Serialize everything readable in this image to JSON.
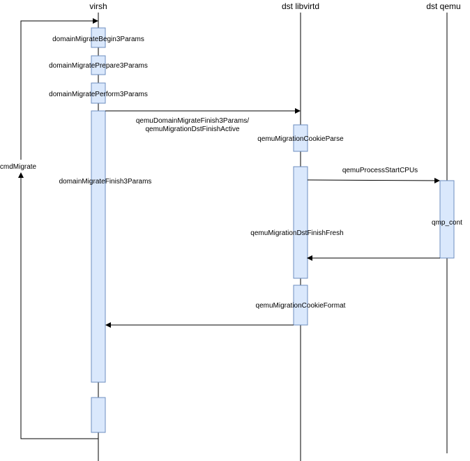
{
  "participants": {
    "virsh": "virsh",
    "dst_libvirtd": "dst libvirtd",
    "dst_qemu": "dst qemu"
  },
  "activations": {
    "begin": "domainMigrateBegin3Params",
    "prepare": "domainMigratePrepare3Params",
    "perform": "domainMigratePerform3Params",
    "finish": "domainMigrateFinish3Params",
    "cookie_parse": "qemuMigrationCookieParse",
    "dst_finish_fresh": "qemuMigrationDstFinishFresh",
    "cookie_format": "qemuMigrationCookieFormat",
    "qmp_cont": "qmp_cont"
  },
  "messages": {
    "finish_call_line1": "qemuDomainMigrateFinish3Params/",
    "finish_call_line2": "qemuMigrationDstFinishActive",
    "start_cpus": "qemuProcessStartCPUs"
  },
  "loop": {
    "label": "cmdMigrate"
  },
  "colors": {
    "activation_fill": "#dae8fc",
    "activation_stroke": "#6c8ebf",
    "line": "#000000"
  }
}
